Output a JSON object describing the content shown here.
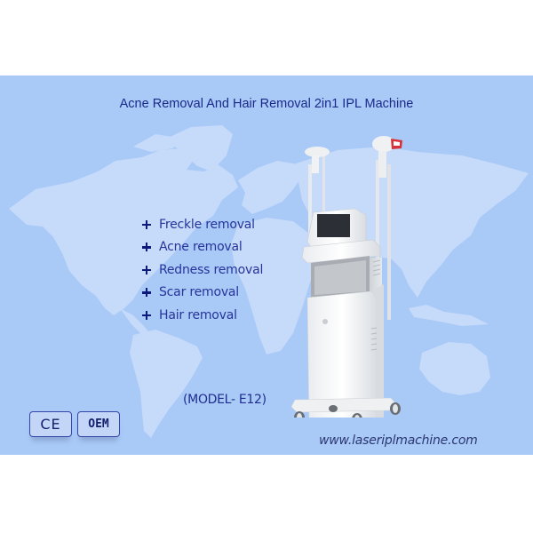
{
  "banner": {
    "title": "Acne Removal And Hair Removal 2in1 IPL Machine",
    "background_color": "#a9c9f7",
    "map_color": "#c9dcfa",
    "features": [
      {
        "icon": "plus-icon",
        "label": "Freckle removal"
      },
      {
        "icon": "plus-icon",
        "label": "Acne removal"
      },
      {
        "icon": "plus-icon",
        "label": "Redness removal"
      },
      {
        "icon": "plus-icon",
        "label": "Scar removal"
      },
      {
        "icon": "plus-icon",
        "label": "Hair removal"
      }
    ],
    "model": "(MODEL- E12)",
    "badges": [
      {
        "label": "CE"
      },
      {
        "label": "OEM"
      }
    ],
    "website": "www.laseriplmachine.com",
    "product_image": "IPL machine with two handpieces on wheeled cart"
  }
}
